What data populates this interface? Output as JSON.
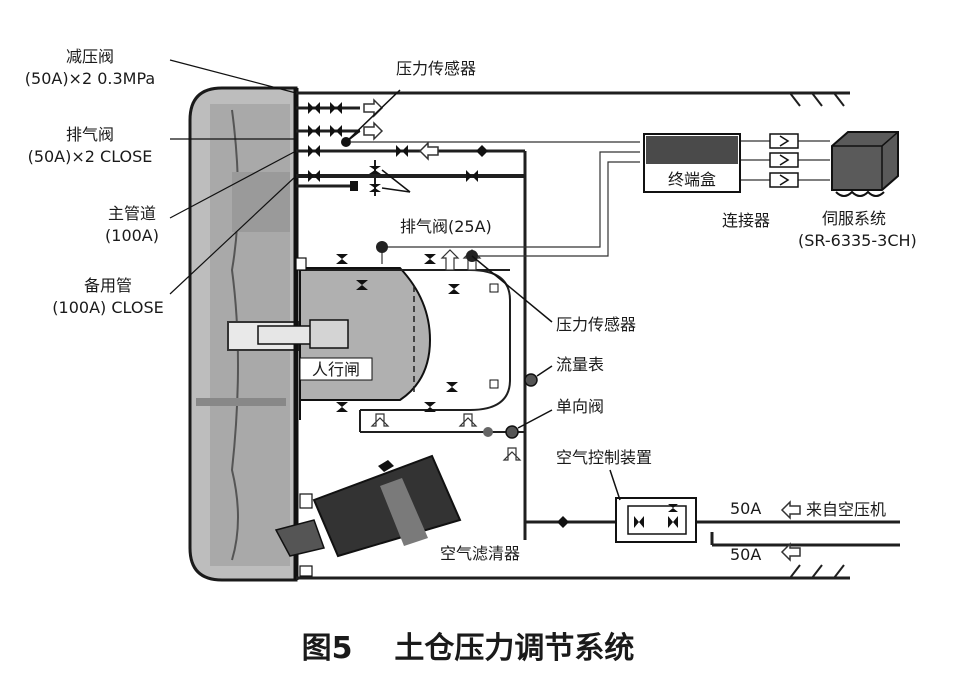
{
  "labels": {
    "relief_valve": "减压阀",
    "relief_valve_spec": "(50A)×2  0.3MPa",
    "exhaust_valve": "排气阀",
    "exhaust_valve_spec": "(50A)×2  CLOSE",
    "main_pipe": "主管道",
    "main_pipe_spec": "(100A)",
    "spare_pipe": "备用管",
    "spare_pipe_spec": "(100A)  CLOSE",
    "pressure_sensor_top": "压力传感器",
    "exhaust_valve_25a": "排气阀(25A)",
    "terminal_box": "终端盒",
    "connector": "连接器",
    "servo_system": "伺服系统",
    "servo_model": "(SR-6335-3CH)",
    "pressure_sensor_right": "压力传感器",
    "flow_meter": "流量表",
    "check_valve": "单向阀",
    "air_control_device": "空气控制装置",
    "man_lock": "人行闸",
    "air_filter": "空气滤清器",
    "size_50a_top": "50A",
    "from_compressor": "来自空压机",
    "size_50a_bottom": "50A"
  },
  "caption": "图5    土仓压力调节系统"
}
